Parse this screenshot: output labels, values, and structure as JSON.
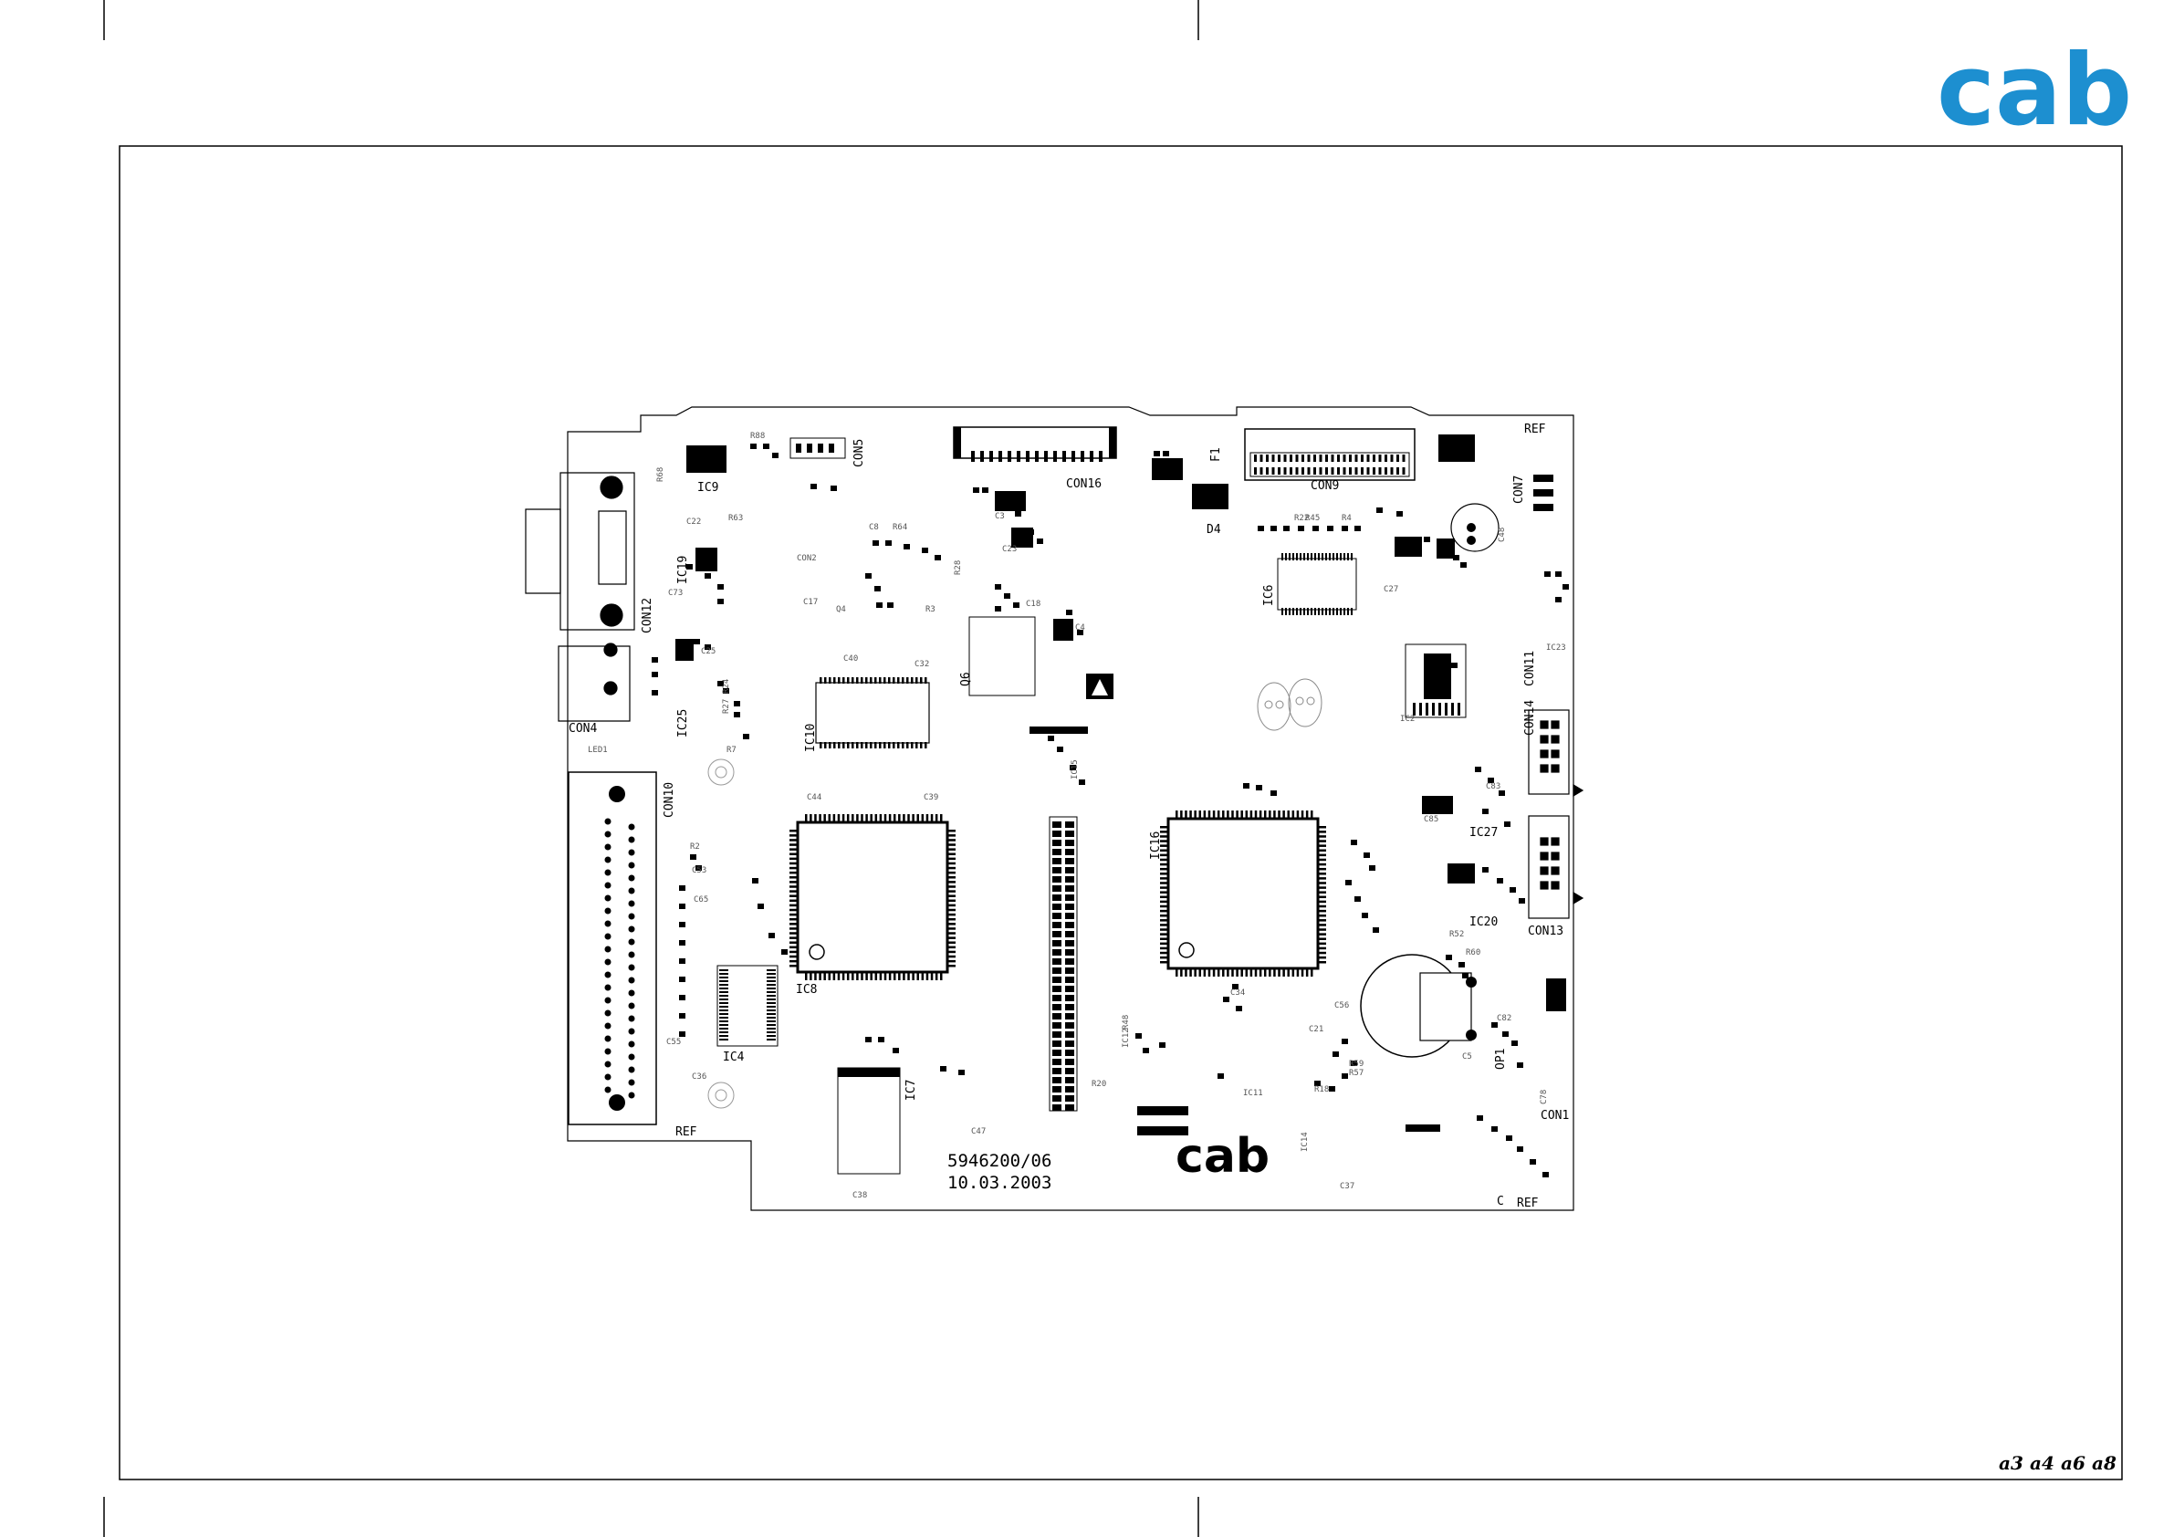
{
  "brand": {
    "logo_text": "cab",
    "logo_color": "#1d8fd0"
  },
  "board": {
    "part_number": "5946200/06",
    "date": "10.03.2003",
    "silkscreen_logo": "cab",
    "connectors": [
      "CON1",
      "CON2",
      "CON4",
      "CON5",
      "CON7",
      "CON9",
      "CON10",
      "CON11",
      "CON12",
      "CON13",
      "CON14",
      "CON16"
    ],
    "ics": [
      "IC2",
      "IC4",
      "IC6",
      "IC7",
      "IC8",
      "IC9",
      "IC10",
      "IC11",
      "IC12",
      "IC14",
      "IC15",
      "IC16",
      "IC19",
      "IC20",
      "IC23",
      "IC25",
      "IC27"
    ],
    "parts": {
      "q4": "Q4",
      "q6": "Q6",
      "d4": "D4",
      "f1": "F1",
      "op1": "OP1",
      "led1": "LED1",
      "c": "C",
      "c3": "C3",
      "c4": "C4",
      "c5": "C5",
      "c8": "C8",
      "c17": "C17",
      "c18": "C18",
      "c21": "C21",
      "c22": "C22",
      "c23": "C23",
      "c25": "C25",
      "c27": "C27",
      "c32": "C32",
      "c34": "C34",
      "c36": "C36",
      "c37": "C37",
      "c38": "C38",
      "c39": "C39",
      "c40": "C40",
      "c44": "C44",
      "c47": "C47",
      "c48": "C48",
      "c53": "C53",
      "c55": "C55",
      "c56": "C56",
      "c65": "C65",
      "c73": "C73",
      "c78": "C78",
      "c82": "C82",
      "c83": "C83",
      "c85": "C85",
      "r2": "R2",
      "r3": "R3",
      "r4": "R4",
      "r7": "R7",
      "r18": "R18",
      "r20": "R20",
      "r22": "R22",
      "r24": "R24",
      "r27": "R27",
      "r28": "R28",
      "r48": "R48",
      "r52": "R52",
      "r57": "R57",
      "r59": "R59",
      "r60": "R60",
      "r63": "R63",
      "r64": "R64",
      "r68": "R68",
      "r88": "R88",
      "r45": "R45"
    },
    "refs": [
      "REF",
      "REF",
      "REF"
    ]
  },
  "footer": {
    "variants": [
      "a3",
      "a4",
      "a6",
      "a8"
    ]
  }
}
